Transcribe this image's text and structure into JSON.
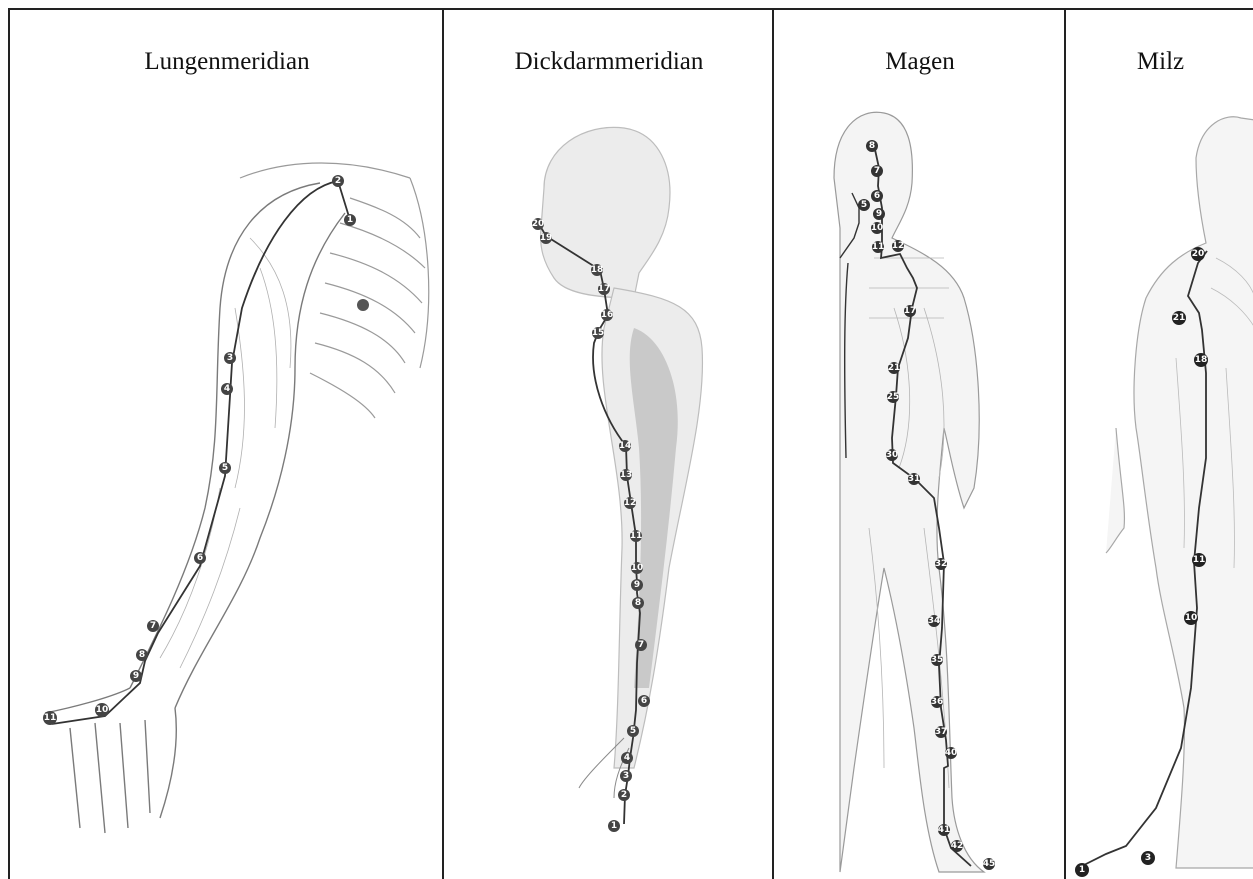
{
  "panels": [
    {
      "title": "Lungenmeridian",
      "points": [
        "1",
        "2",
        "3",
        "4",
        "5",
        "6",
        "7",
        "8",
        "9",
        "10",
        "11"
      ]
    },
    {
      "title": "Dickdarmmeridian",
      "points": [
        "1",
        "2",
        "3",
        "4",
        "5",
        "6",
        "7",
        "8",
        "9",
        "10",
        "11",
        "12",
        "13",
        "14",
        "15",
        "16",
        "17",
        "18",
        "19",
        "20"
      ]
    },
    {
      "title": "Magen",
      "points": [
        "5",
        "6",
        "7",
        "8",
        "9",
        "10",
        "11",
        "12",
        "17",
        "21",
        "25",
        "30",
        "31",
        "32",
        "34",
        "35",
        "36",
        "37",
        "40",
        "41",
        "42",
        "45"
      ]
    },
    {
      "title": "Milz",
      "points": [
        "1",
        "3",
        "10",
        "11",
        "18",
        "20",
        "21"
      ]
    }
  ]
}
